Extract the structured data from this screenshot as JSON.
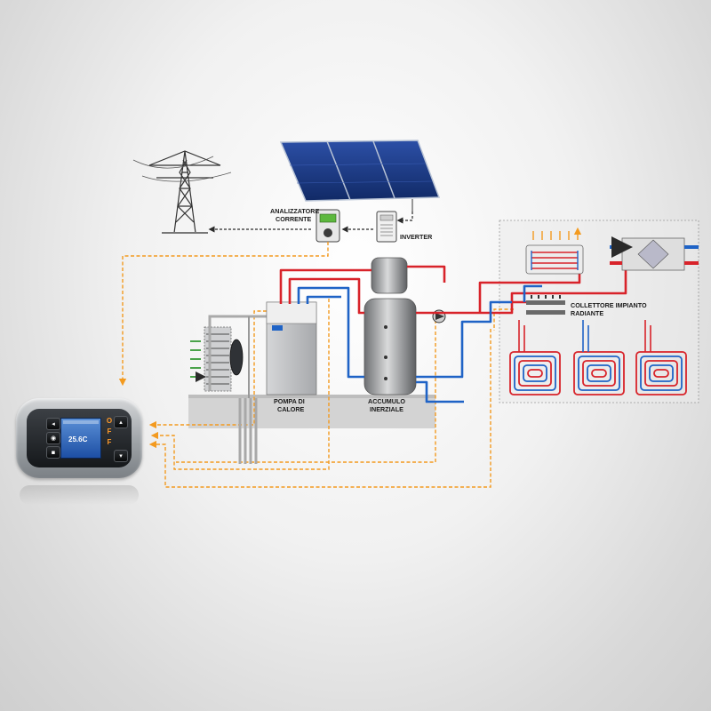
{
  "labels": {
    "analizzatore": "ANALIZZATORE",
    "corrente": "CORRENTE",
    "inverter": "INVERTER",
    "pompa": "POMPA DI",
    "calore": "CALORE",
    "accumulo": "ACCUMULO",
    "inerziale": "INERZIALE",
    "collettore": "COLLETTORE IMPIANTO",
    "radiante": "RADIANTE"
  },
  "controller": {
    "temperature": "25.6C",
    "off_letters": [
      "O",
      "F",
      "F"
    ]
  },
  "colors": {
    "hot": "#d8232a",
    "cold": "#1f63c6",
    "signal": "#f39a1f",
    "power": "#2a2a2a",
    "solar_panel": "#1f3e8c",
    "floor": "#c9c9c9"
  },
  "icons": [
    "pylon-icon",
    "solar-panel-icon",
    "meter-icon",
    "inverter-icon",
    "radiator-icon",
    "heat-recovery-icon",
    "floor-heating-icon",
    "pump-icon",
    "fan-icon"
  ]
}
